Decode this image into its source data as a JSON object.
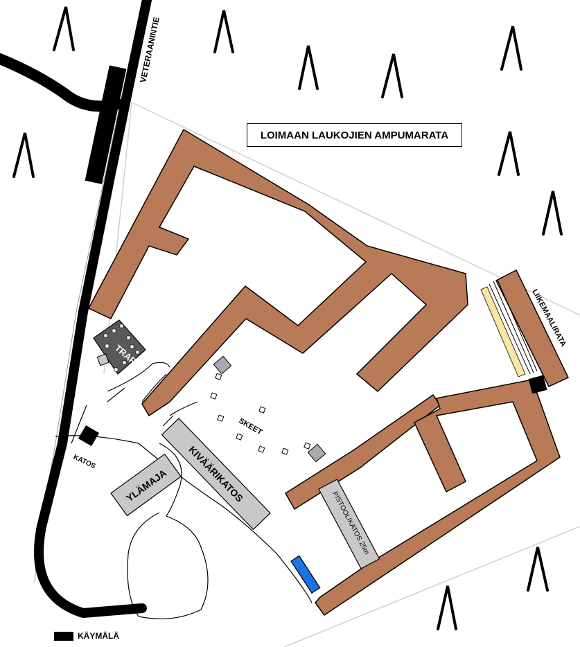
{
  "map": {
    "title": "LOIMAAN LAUKOJIEN AMPUMARATA",
    "road_label": "VETERAANINTIE",
    "labels": {
      "trap": "TRAP",
      "skeet": "SKEET",
      "kivaarikatos": "KIVÄÄRIKATOS",
      "pistoolikatos": "PISTOOLIKATOS 25m",
      "ylamaja": "YLÄMAJA",
      "katos": "KATOS",
      "liikemaalirata": "LIIKEMAALIRATA"
    },
    "legend": {
      "kaymala": "KÄYMÄLÄ"
    },
    "colors": {
      "berm": "#b97a57",
      "building": "#c8c8c8",
      "trap_house": "#595959",
      "water": "#1a75e0",
      "track": "#fbe6a2",
      "road": "#000000"
    },
    "icons": [
      "tree-icon",
      "toilet-icon"
    ]
  }
}
